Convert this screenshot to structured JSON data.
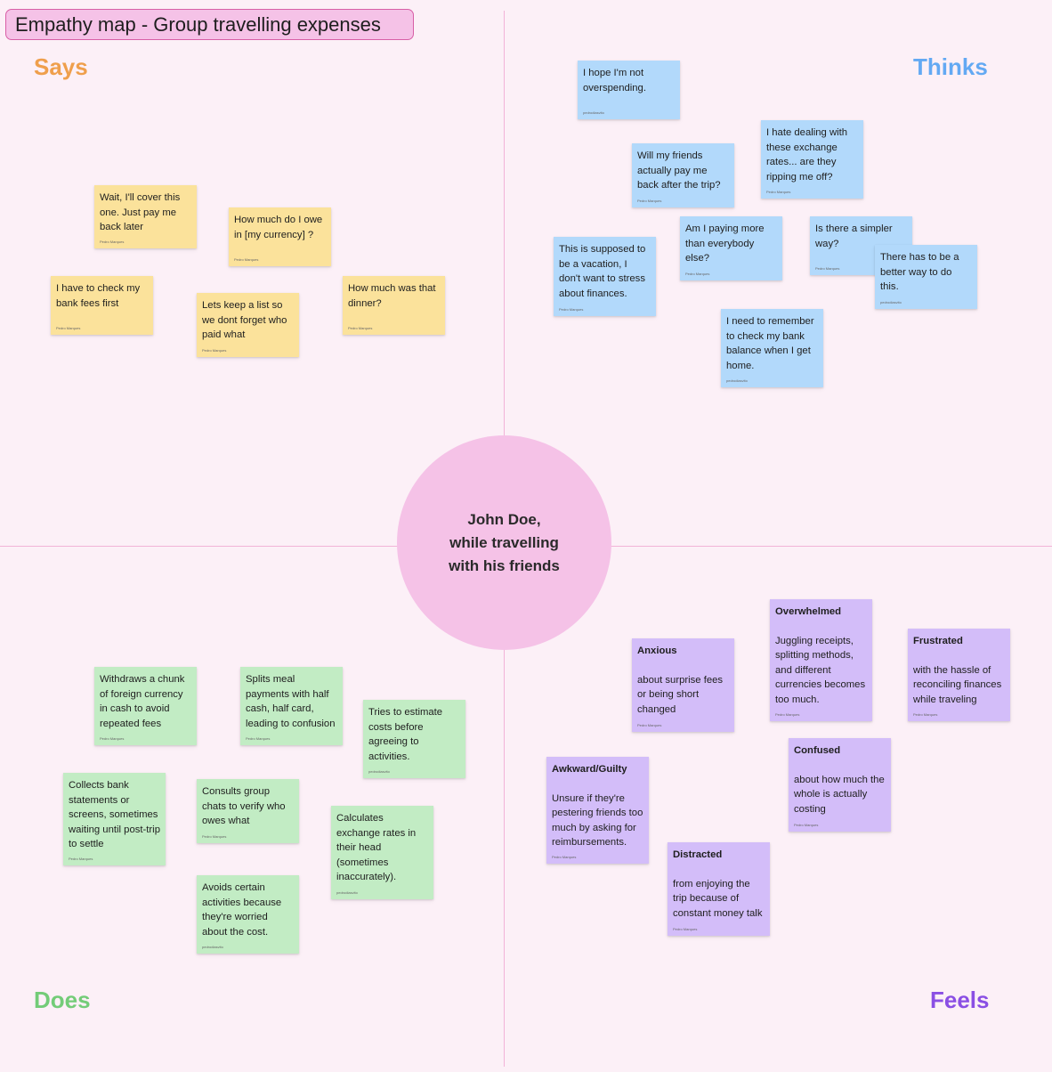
{
  "title": "Empathy map - Group travelling expenses",
  "persona": "John Doe,\nwhile travelling\nwith his friends",
  "colors": {
    "background": "#fcf0f7",
    "says": "#ef9f4c",
    "thinks": "#63a9f3",
    "does": "#73cc78",
    "feels": "#8a4fe4",
    "persona_circle": "#f5c2e7"
  },
  "quadrants": {
    "says": {
      "label": "Says",
      "notes": [
        {
          "text": "Wait, I'll cover this one. Just pay me back later",
          "author": "Pedro Marques"
        },
        {
          "text": "How much do I owe in [my currency] ?",
          "author": "Pedro Marques"
        },
        {
          "text": "I have to check my bank fees first",
          "author": "Pedro Marques"
        },
        {
          "text": "Lets keep a list so we dont forget who paid what",
          "author": "Pedro Marques"
        },
        {
          "text": "How much was that dinner?",
          "author": "Pedro Marques"
        }
      ]
    },
    "thinks": {
      "label": "Thinks",
      "notes": [
        {
          "text": "I hope I'm not overspending.",
          "author": "pedrodiasvito"
        },
        {
          "text": "I hate dealing with these exchange rates... are they ripping me off?",
          "author": "Pedro Marques"
        },
        {
          "text": "Will my friends actually pay me back after the trip?",
          "author": "Pedro Marques"
        },
        {
          "text": "Am I paying more than everybody else?",
          "author": "Pedro Marques"
        },
        {
          "text": "Is there a simpler way?",
          "author": "Pedro Marques"
        },
        {
          "text": "This is supposed to be a vacation, I don't want to stress about finances.",
          "author": "Pedro Marques"
        },
        {
          "text": "There has to be a better way to do this.",
          "author": "pedrodiasvito"
        },
        {
          "text": "I need to remember to check my bank balance when I get home.",
          "author": "pedrodiasvito"
        }
      ]
    },
    "does": {
      "label": "Does",
      "notes": [
        {
          "text": "Withdraws a chunk of foreign currency in cash to avoid repeated fees",
          "author": "Pedro Marques"
        },
        {
          "text": "Splits meal payments with half cash, half card, leading to confusion",
          "author": "Pedro Marques"
        },
        {
          "text": "Tries to estimate costs before agreeing to activities.",
          "author": "pedrodiasvito"
        },
        {
          "text": "Collects bank statements or screens, sometimes waiting until post-trip to settle",
          "author": "Pedro Marques"
        },
        {
          "text": "Consults group chats to verify who owes what",
          "author": "Pedro Marques"
        },
        {
          "text": "Calculates exchange rates in their head (sometimes inaccurately).",
          "author": "pedrodiasvito"
        },
        {
          "text": "Avoids certain activities because they're worried about the cost.",
          "author": "pedrodiasvito"
        }
      ]
    },
    "feels": {
      "label": "Feels",
      "notes": [
        {
          "heading": "Anxious",
          "text": "about surprise fees or being short changed",
          "author": "Pedro Marques"
        },
        {
          "heading": "Overwhelmed",
          "text": "Juggling receipts, splitting methods, and different currencies becomes too much.",
          "author": "Pedro Marques"
        },
        {
          "heading": "Frustrated",
          "text": "with the hassle of reconciling finances while traveling",
          "author": "Pedro Marques"
        },
        {
          "heading": "Awkward/Guilty",
          "text": "Unsure if they're pestering friends too much by asking for reimbursements.",
          "author": "Pedro Marques"
        },
        {
          "heading": "Confused",
          "text": "about how much the whole is actually costing",
          "author": "Pedro Marques"
        },
        {
          "heading": "Distracted",
          "text": "from enjoying the trip because of constant money talk",
          "author": "Pedro Marques"
        }
      ]
    }
  }
}
